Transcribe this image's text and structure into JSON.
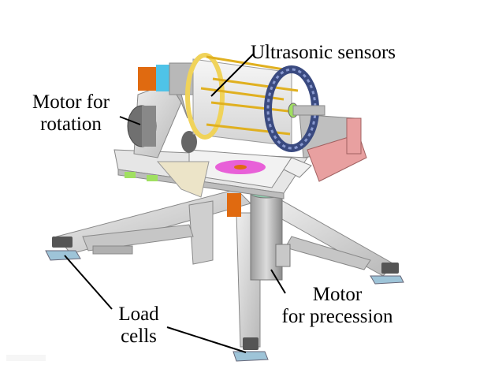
{
  "labels": {
    "ultrasonic": "Ultrasonic sensors",
    "motor_rotation_1": "Motor for",
    "motor_rotation_2": "rotation",
    "motor_precession_1": "Motor",
    "motor_precession_2": "for precession",
    "load_cells_1": "Load",
    "load_cells_2": "cells"
  },
  "colors": {
    "frame": "#d9d9d9",
    "frame_dark": "#a9a9a9",
    "orange": "#e06a10",
    "cyan": "#4fc3e8",
    "yellow": "#f0d35a",
    "navy": "#3a4a80",
    "pink": "#e8a0a0",
    "magenta": "#e860d8",
    "green": "#a0e060"
  }
}
